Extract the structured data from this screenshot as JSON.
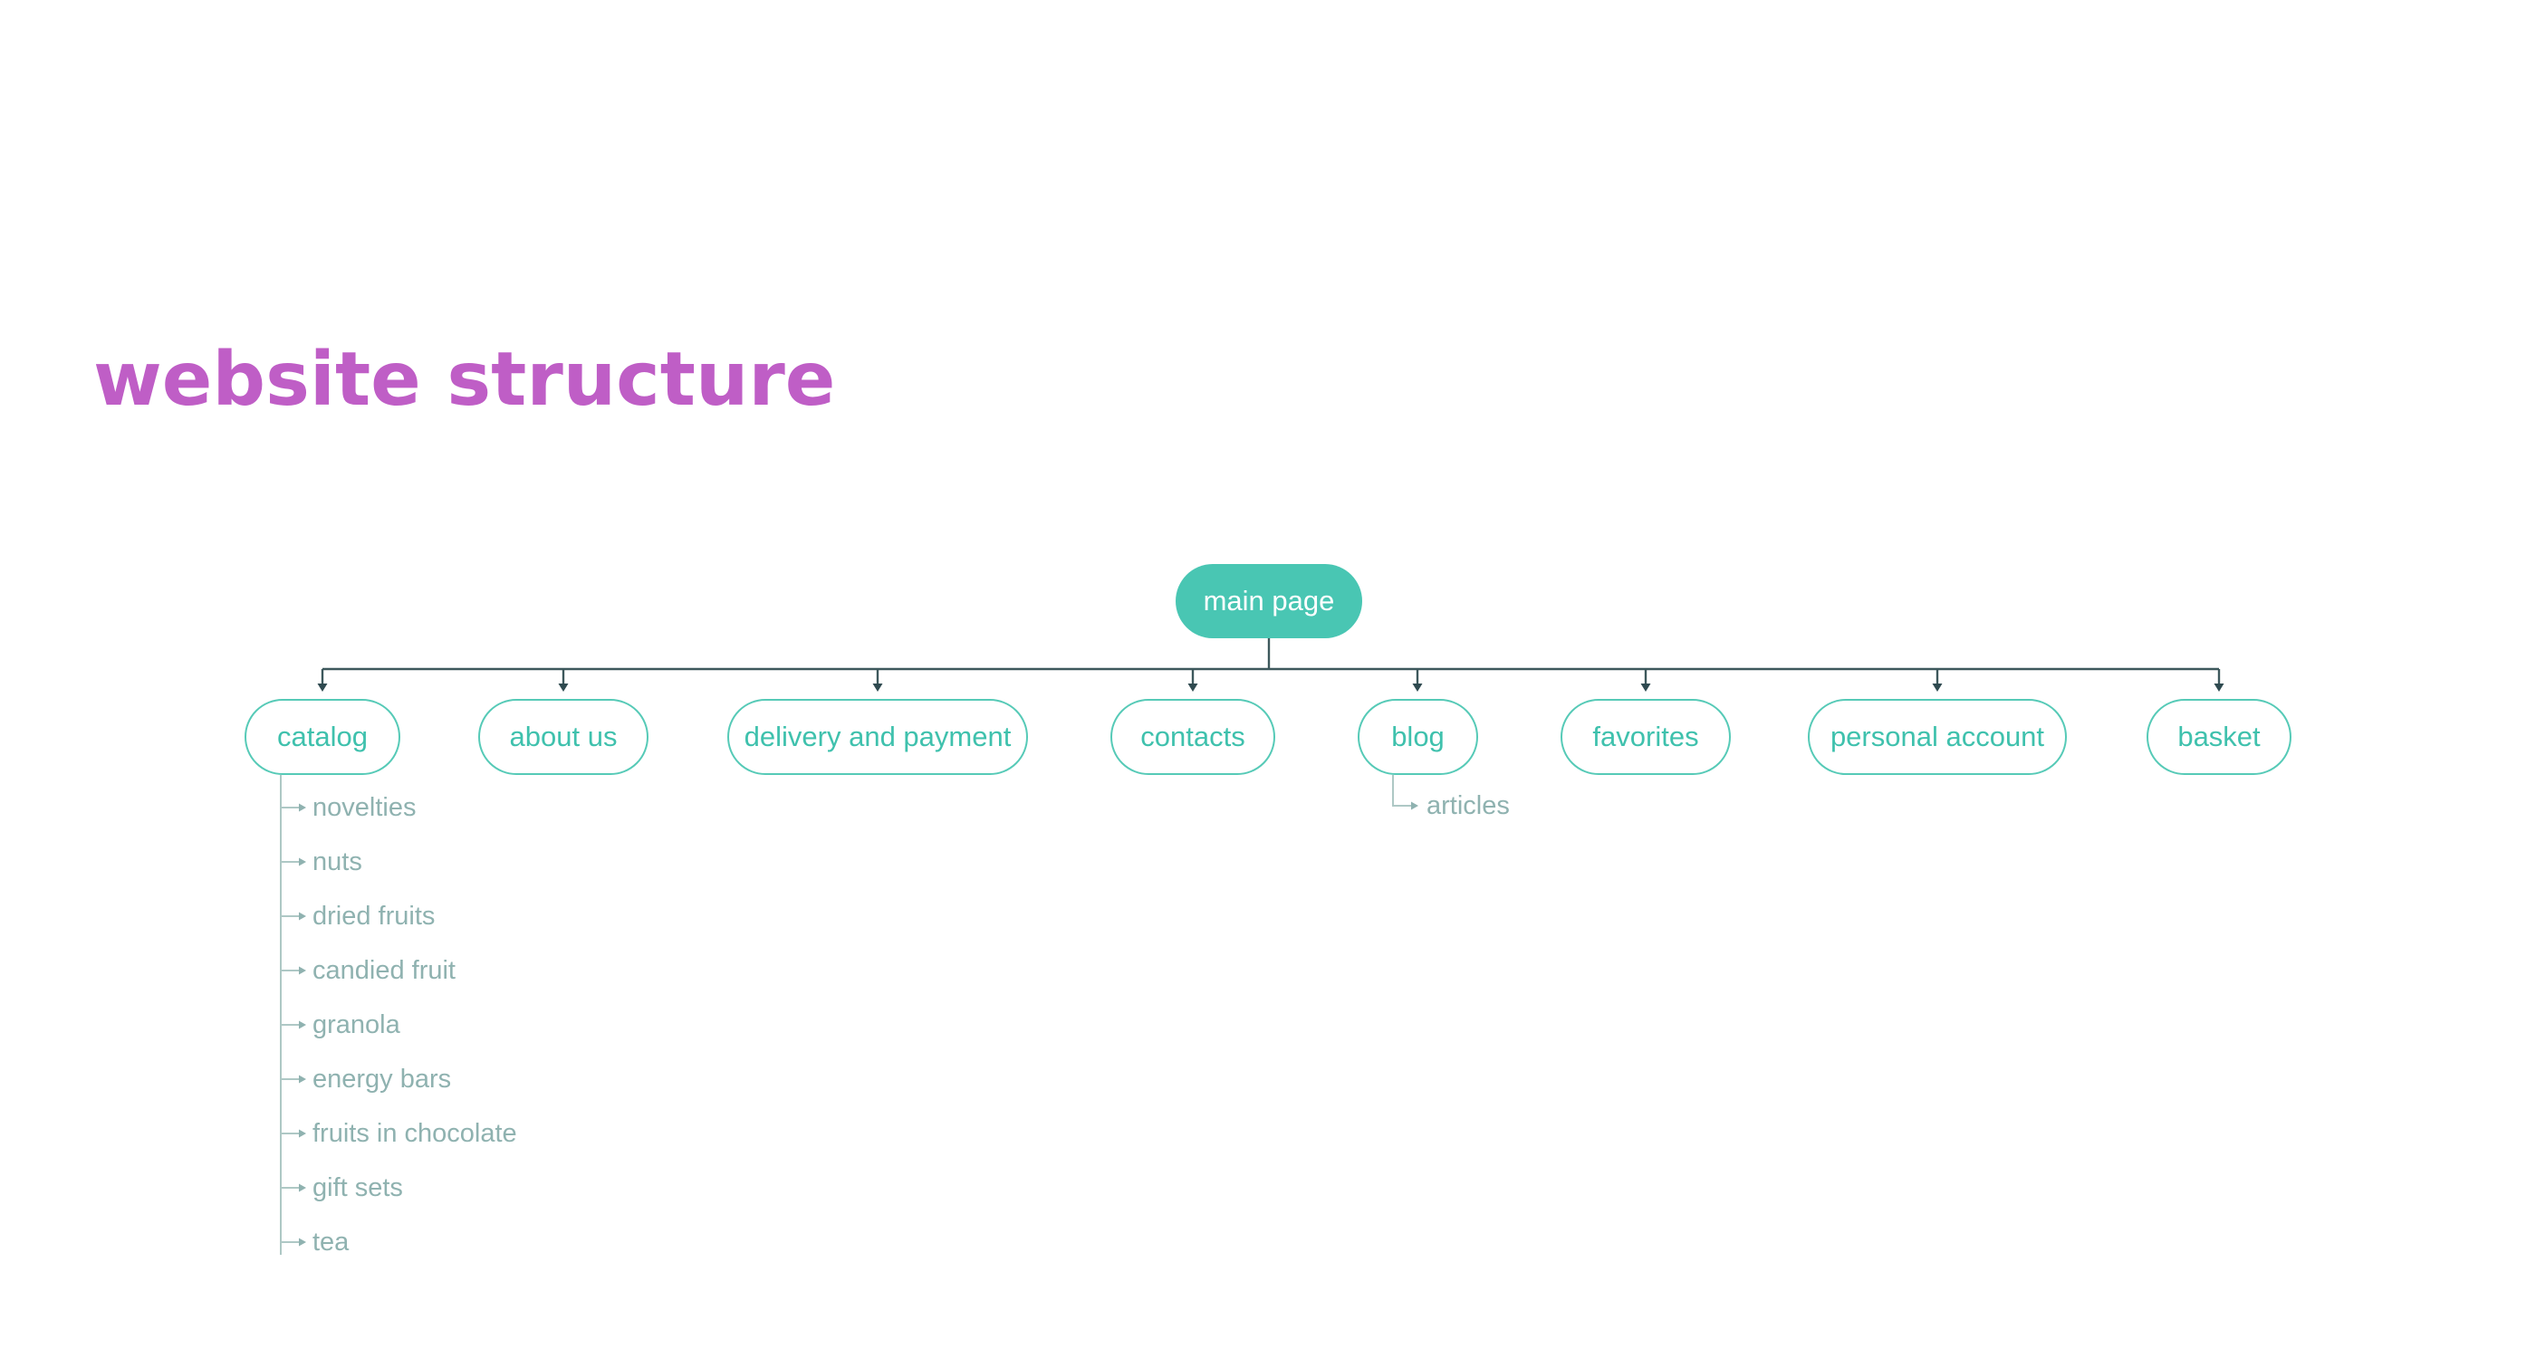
{
  "title": "website structure",
  "colors": {
    "title_text": "#bf5ec6",
    "root_node_fill": "#49c6b3",
    "root_node_text": "#ffffff",
    "child_node_border": "#56cab7",
    "child_node_text": "#3fc1ad",
    "connector_dark": "#3d585c",
    "connector_light": "#aec8c5",
    "sub_item_text": "#8fb2b0",
    "background": "#ffffff"
  },
  "tree": {
    "root": {
      "label": "main page"
    },
    "children": [
      {
        "label": "catalog",
        "children": [
          "novelties",
          "nuts",
          "dried fruits",
          "candied fruit",
          "granola",
          "energy bars",
          "fruits in chocolate",
          "gift sets",
          "tea"
        ]
      },
      {
        "label": "about us",
        "children": []
      },
      {
        "label": "delivery and payment",
        "children": []
      },
      {
        "label": "contacts",
        "children": []
      },
      {
        "label": "blog",
        "children": [
          "articles"
        ]
      },
      {
        "label": "favorites",
        "children": []
      },
      {
        "label": "personal account",
        "children": []
      },
      {
        "label": "basket",
        "children": []
      }
    ]
  }
}
